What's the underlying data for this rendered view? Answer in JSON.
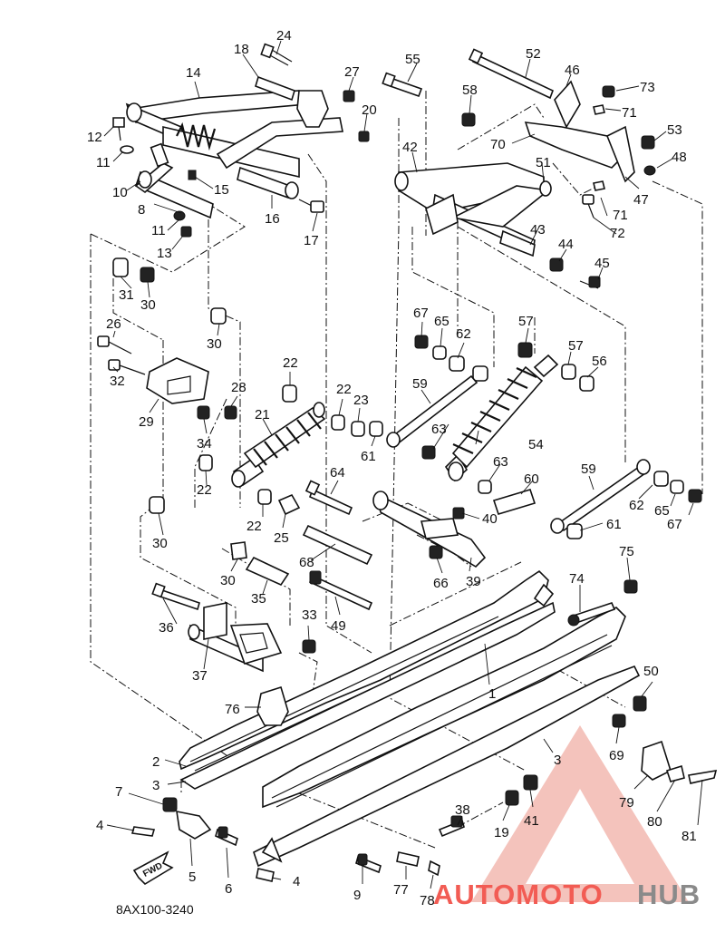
{
  "diagram": {
    "code": "8AX100-3240",
    "fwd_label": "FWD",
    "watermark": {
      "brand_part1": "AUTOMOTO",
      "brand_part2": "HUB",
      "color_primary": "#f25c54",
      "color_secondary": "#8a8a8a",
      "color_accent": "#f2b8b0"
    },
    "labels": {
      "l24": "24",
      "l18": "18",
      "l14": "14",
      "l27": "27",
      "l20": "20",
      "l12": "12",
      "l11a": "11",
      "l15": "15",
      "l10": "10",
      "l8": "8",
      "l11b": "11",
      "l13": "13",
      "l16": "16",
      "l17": "17",
      "l31": "31",
      "l30a": "30",
      "l30b": "30",
      "l26": "26",
      "l32": "32",
      "l29": "29",
      "l28": "28",
      "l34": "34",
      "l22a": "22",
      "l21": "21",
      "l22b": "22",
      "l22c": "22",
      "l23": "23",
      "l22d": "22",
      "l25": "25",
      "l30c": "30",
      "l30d": "30",
      "l35": "35",
      "l33": "33",
      "l36": "36",
      "l37": "37",
      "l76": "76",
      "l2": "2",
      "l3a": "3",
      "l7": "7",
      "l4a": "4",
      "l5": "5",
      "l6": "6",
      "l4b": "4",
      "l9": "9",
      "l55": "55",
      "l58": "58",
      "l52": "52",
      "l46": "46",
      "l73": "73",
      "l71a": "71",
      "l53": "53",
      "l70": "70",
      "l48": "48",
      "l42": "42",
      "l51": "51",
      "l47": "47",
      "l71b": "71",
      "l72": "72",
      "l43": "43",
      "l44": "44",
      "l45": "45",
      "l67a": "67",
      "l65a": "65",
      "l62a": "62",
      "l57a": "57",
      "l57b": "57",
      "l56": "56",
      "l59a": "59",
      "l61a": "61",
      "l63a": "63",
      "l54": "54",
      "l64": "64",
      "l63b": "63",
      "l60": "60",
      "l40": "40",
      "l59b": "59",
      "l62b": "62",
      "l65b": "65",
      "l67b": "67",
      "l61b": "61",
      "l68": "68",
      "l66": "66",
      "l39": "39",
      "l49": "49",
      "l75": "75",
      "l74": "74",
      "l1": "1",
      "l50": "50",
      "l3b": "3",
      "l69": "69",
      "l79": "79",
      "l38": "38",
      "l19": "19",
      "l41": "41",
      "l80": "80",
      "l81": "81",
      "l77": "77",
      "l78": "78"
    }
  }
}
